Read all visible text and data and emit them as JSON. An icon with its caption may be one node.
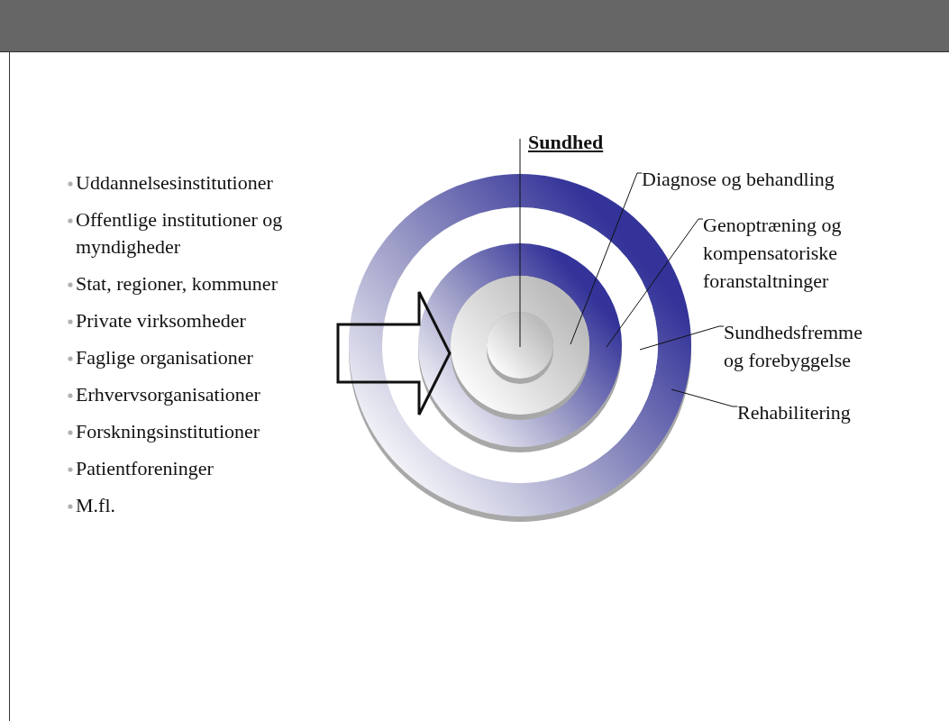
{
  "diagram": {
    "nodes": [
      {
        "text": [
          "Uddannelsesinstitutioner",
          "Offentlige institutioner og myndigheder",
          "Stat, regioner, kommuner",
          "Private virksomheder",
          "Faglige organisationer",
          "Erhvervsorganisationer",
          "Forskningsinstitutioner",
          "Patientforeninger",
          "M.fl."
        ]
      },
      {
        "text": [
          "Sundhed"
        ]
      },
      {
        "text": [
          "Diagnose og behandling"
        ]
      },
      {
        "text": [
          "Genoptræning og kompensatoriske foranstaltninger"
        ]
      },
      {
        "text": [
          "Sundhedsfremme og forebyggelse"
        ]
      },
      {
        "text": [
          "Rehabilitering"
        ]
      },
      {
        "text": [],
        "shape": "ring"
      },
      {
        "text": [],
        "shape": "ring",
        "in": 6
      },
      {
        "text": [],
        "shape": "ring",
        "in": 7
      },
      {
        "text": [],
        "shape": "ring",
        "in": 8
      },
      {
        "text": [],
        "shape": "circle",
        "in": 9
      }
    ],
    "edges": [
      {
        "from": 0,
        "to": 9,
        "arrow": "to",
        "style": "thick"
      },
      {
        "from": 1,
        "to": 10,
        "arrow": "none"
      },
      {
        "from": 2,
        "to": 9,
        "arrow": "none"
      },
      {
        "from": 3,
        "to": 8,
        "arrow": "none"
      },
      {
        "from": 4,
        "to": 7,
        "arrow": "none"
      },
      {
        "from": 5,
        "to": 6,
        "arrow": "none"
      }
    ]
  }
}
